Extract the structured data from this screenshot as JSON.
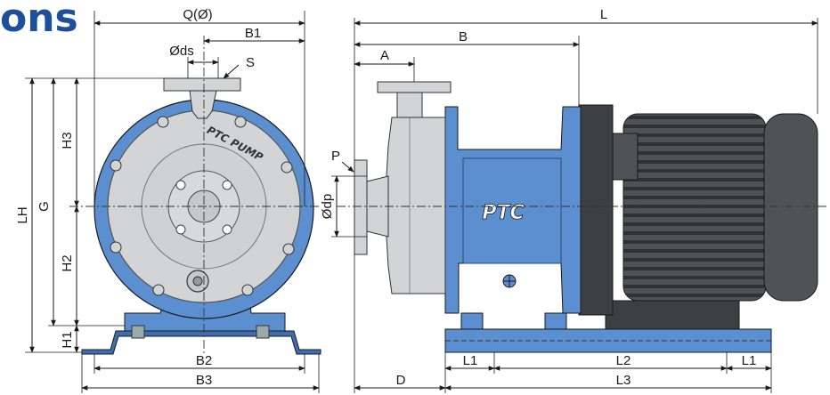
{
  "heading": {
    "text": "ons"
  },
  "brand": {
    "plate": "PTC",
    "casing": "PTC PUMP"
  },
  "colors": {
    "heading": "#1d4f9c",
    "blue_body": "#5c8fd0",
    "blue_dark": "#3f6eb0",
    "silver": "#d2d4d6",
    "motor": "#505356",
    "motor_dark": "#2f3133",
    "line": "#1a1a1a"
  },
  "front_view": {
    "labels": {
      "q": "Q(Ø)",
      "b1": "B1",
      "ds": "Øds",
      "s": "S",
      "h3": "H3",
      "lh": "LH",
      "g": "G",
      "h2": "H2",
      "h1": "H1",
      "b2": "B2",
      "b3": "B3"
    }
  },
  "side_view": {
    "labels": {
      "l": "L",
      "b": "B",
      "a": "A",
      "p": "P",
      "dp": "Ødp",
      "d": "D",
      "l1_left": "L1",
      "l2": "L2",
      "l1_right": "L1",
      "l3": "L3"
    }
  }
}
